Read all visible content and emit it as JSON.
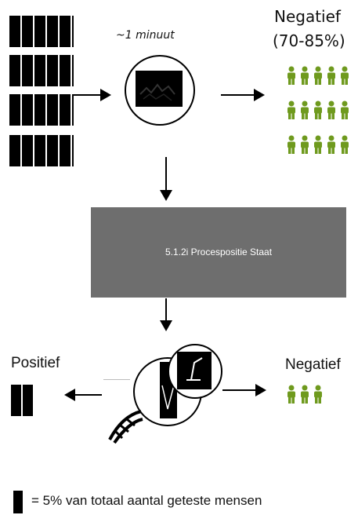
{
  "top": {
    "time_label": "~1 minuut",
    "negative_title": "Negatief",
    "negative_range": "(70-85%)"
  },
  "process": {
    "box_label": "5.1.2i Procespositie Staat"
  },
  "bottom": {
    "positive_title": "Positief",
    "negative_title": "Negatief"
  },
  "legend": {
    "text": "= 5% van totaal aantal geteste mensen"
  },
  "colors": {
    "person_green": "#6f9a1e",
    "process_box": "#6e6e6e",
    "ink": "#000000"
  }
}
